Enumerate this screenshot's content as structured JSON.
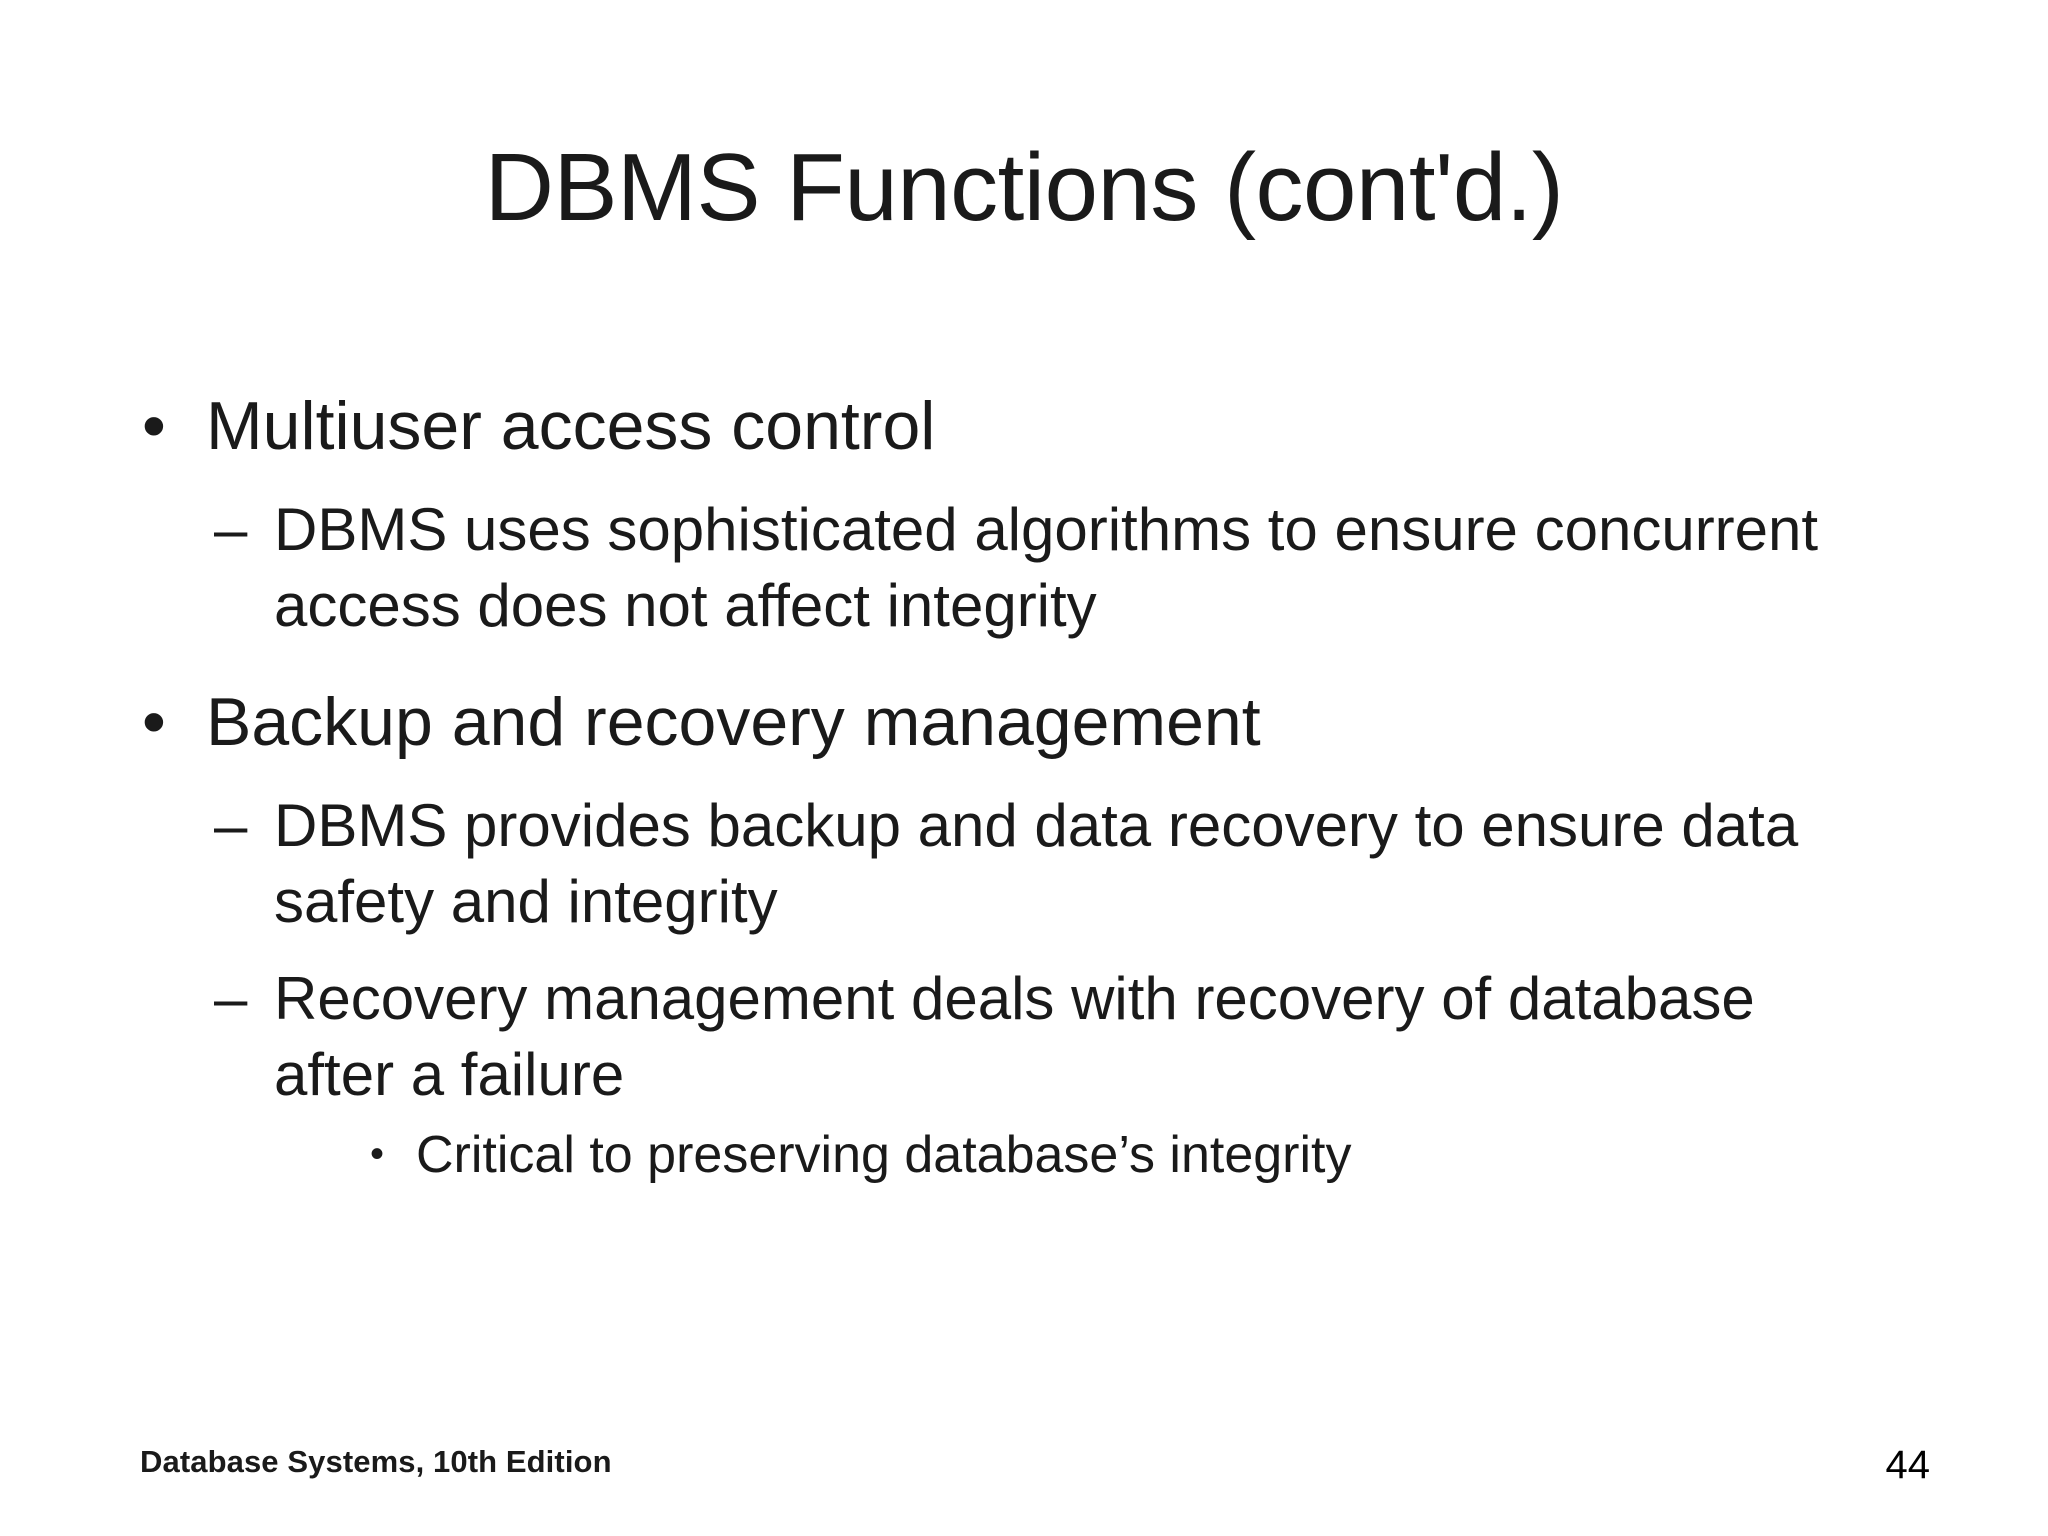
{
  "slide": {
    "title": "DBMS Functions (cont'd.)",
    "background_color": "#ffffff",
    "text_color": "#1a1a1a",
    "bullets": [
      {
        "level": 1,
        "marker": "•",
        "text": "Multiuser access control"
      },
      {
        "level": 2,
        "marker": "–",
        "text": "DBMS uses sophisticated algorithms to ensure concurrent access does not affect integrity"
      },
      {
        "level": 1,
        "marker": "•",
        "text": "Backup and recovery management"
      },
      {
        "level": 2,
        "marker": "–",
        "text": "DBMS provides backup and data recovery to ensure data safety and integrity"
      },
      {
        "level": 2,
        "marker": "–",
        "text": "Recovery management deals with recovery of database after a failure"
      },
      {
        "level": 3,
        "marker": "•",
        "text": "Critical to preserving database’s integrity"
      }
    ],
    "footer": {
      "source": "Database Systems, 10th Edition",
      "page_number": "44"
    }
  }
}
